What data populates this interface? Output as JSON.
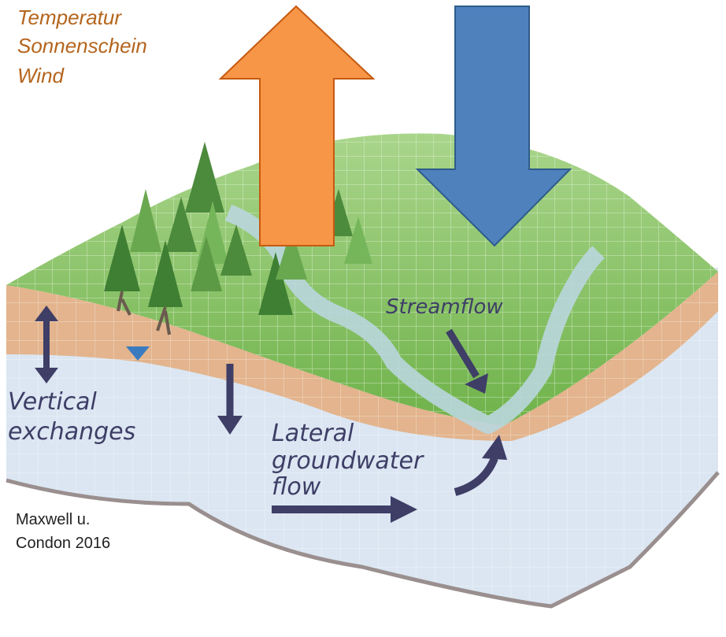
{
  "climate_labels": {
    "line1": "Temperatur",
    "line2": "Sonnenschein",
    "line3": "Wind",
    "color": "#b5651d"
  },
  "process_labels": {
    "streamflow": "Streamflow",
    "vertical_1": "Vertical",
    "vertical_2": "exchanges",
    "lateral_1": "Lateral",
    "lateral_2": "groundwater",
    "lateral_3": "flow"
  },
  "credit": {
    "line1": "Maxwell u.",
    "line2": "Condon 2016"
  },
  "colors": {
    "upward_arrow": "#f79646",
    "upward_arrow_outline": "#c55a11",
    "downward_arrow": "#4f81bd",
    "downward_arrow_outline": "#2e5c8a",
    "land_surface": "#7dbd5a",
    "soil_layer": "#e3b48d",
    "groundwater": "#dbe6f2",
    "process_arrows": "#3e3e66",
    "water_table_marker": "#3a7bbf"
  }
}
